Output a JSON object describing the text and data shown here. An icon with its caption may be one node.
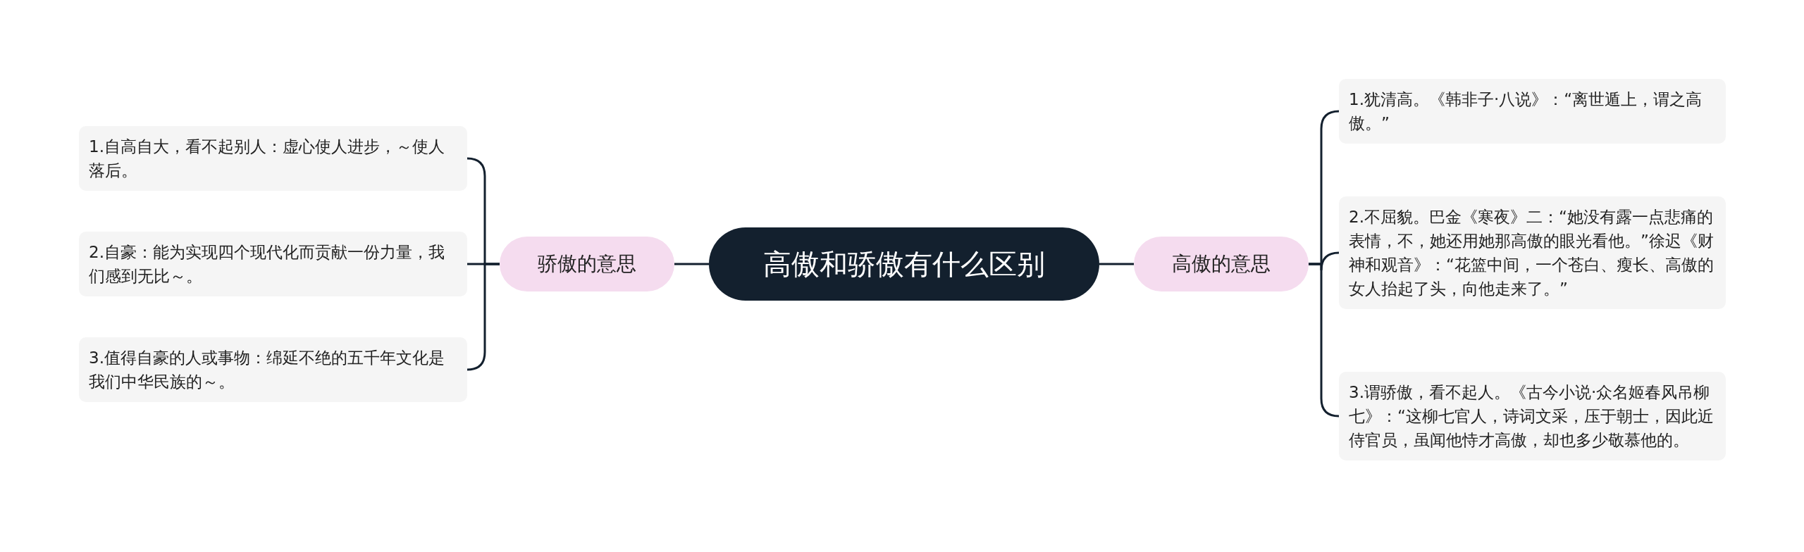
{
  "diagram": {
    "nodes": [
      {
        "text": [
          "高傲和骄傲有什么区别"
        ]
      },
      {
        "text": [
          "骄傲的意思"
        ]
      },
      {
        "text": [
          "1.自高自大，看不起别人：虚心使人进步，～使人落后。"
        ]
      },
      {
        "text": [
          "2.自豪：能为实现四个现代化而贡献一份力量，我们感到无比～。"
        ]
      },
      {
        "text": [
          "3.值得自豪的人或事物：绵延不绝的五千年文化是我们中华民族的～。"
        ]
      },
      {
        "text": [
          "高傲的意思"
        ]
      },
      {
        "text": [
          "1.犹清高。《韩非子·八说》：“离世遁上，谓之高傲。”"
        ]
      },
      {
        "text": [
          "2.不屈貌。巴金《寒夜》二：“她没有露一点悲痛的表情，不，她还用她那高傲的眼光看他。”徐迟《财神和观音》：“花篮中间，一个苍白、瘦长、高傲的女人抬起了头，向他走来了。”"
        ]
      },
      {
        "text": [
          "3.谓骄傲，看不起人。《古今小说·众名姬春风吊柳七》：“这柳七官人，诗词文采，压于朝士，因此近侍官员，虽闻他恃才高傲，却也多少敬慕他的。"
        ]
      }
    ],
    "edges": [
      {
        "from": 0,
        "to": 1,
        "arrow": "none"
      },
      {
        "from": 1,
        "to": 2,
        "arrow": "none"
      },
      {
        "from": 1,
        "to": 3,
        "arrow": "none"
      },
      {
        "from": 1,
        "to": 4,
        "arrow": "none"
      },
      {
        "from": 0,
        "to": 5,
        "arrow": "none"
      },
      {
        "from": 5,
        "to": 6,
        "arrow": "none"
      },
      {
        "from": 5,
        "to": 7,
        "arrow": "none"
      },
      {
        "from": 5,
        "to": 8,
        "arrow": "none"
      }
    ]
  }
}
